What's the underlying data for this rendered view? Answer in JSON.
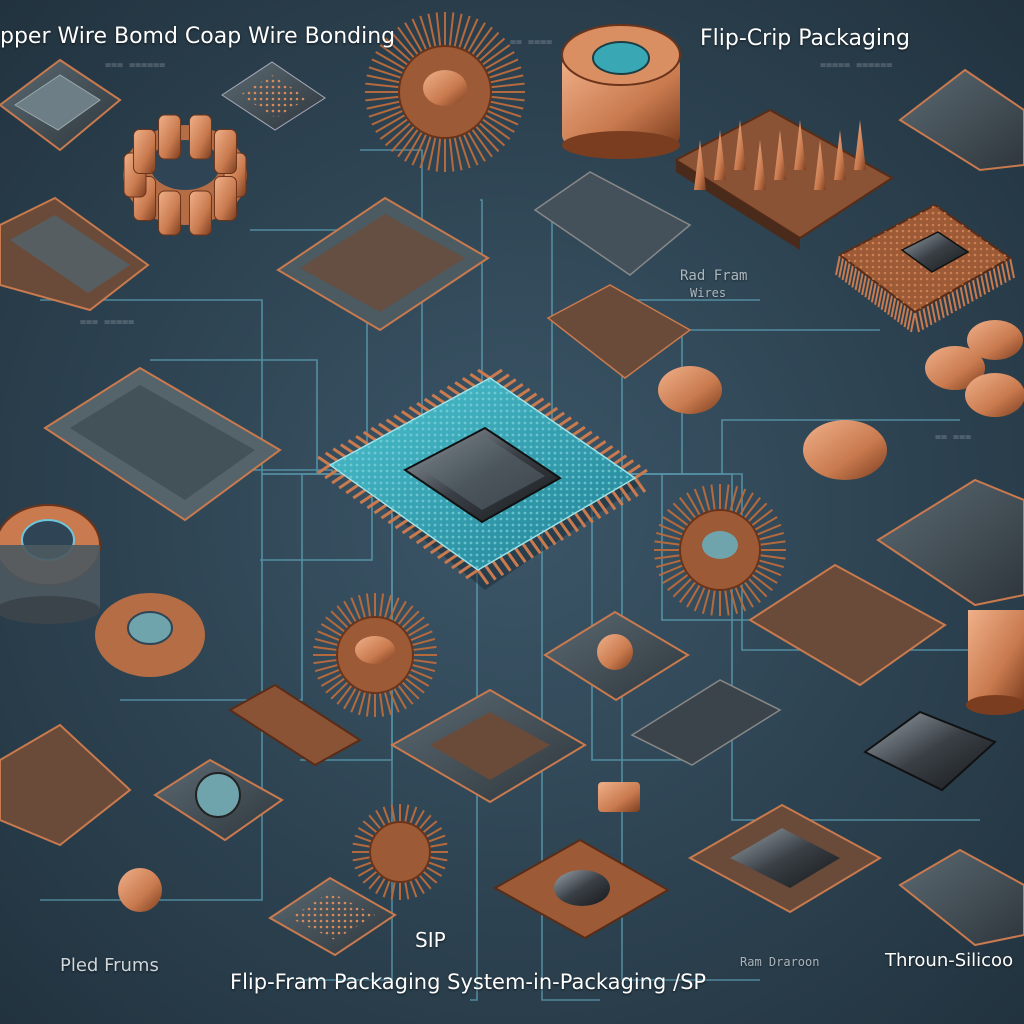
{
  "labels": {
    "top_left": "pper Wire Bomd Coap Wire Bonding",
    "top_right": "Flip-Crip Packaging",
    "mid_right": "Rad Fram",
    "mid_right_sub": "Wires",
    "center_sip": "SIP",
    "bottom_left": "Pled Frums",
    "bottom_center": "Flip-Fram Packaging System-in-Packaging /SP",
    "bottom_right_small": "Ram Draroon",
    "bottom_right": "Throun-Silicoo"
  },
  "colors": {
    "background": "#2f4556",
    "copper": "#c97a4e",
    "copper_dark": "#7a3d1f",
    "teal": "#2aa0b5",
    "trace": "#6fc6dc",
    "chip_dark": "#3a3f45"
  },
  "icons": [
    "central-chip-icon",
    "copper-wire-bond-icon",
    "copper-cylinder-icon",
    "flip-chip-package-icon",
    "bga-package-icon",
    "qfp-package-icon"
  ]
}
